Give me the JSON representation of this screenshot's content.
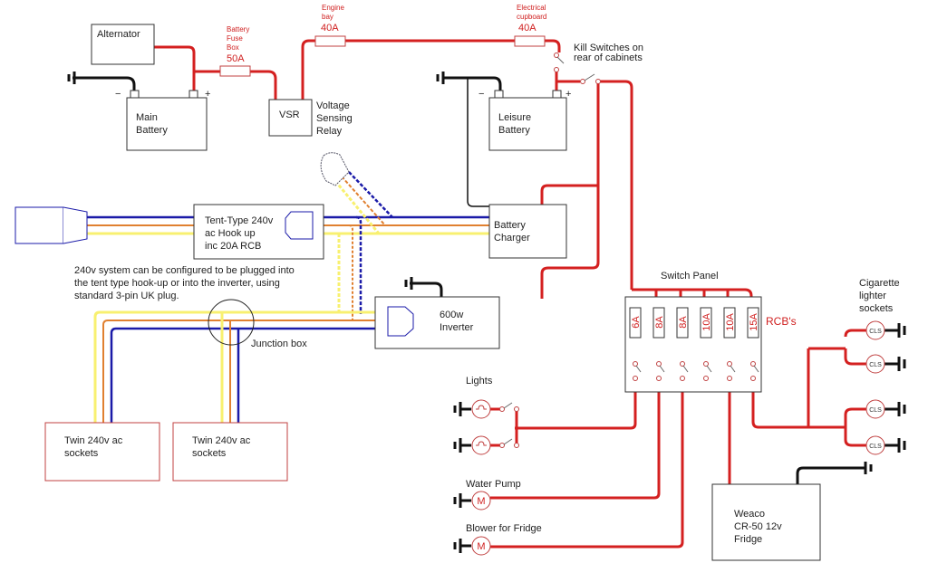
{
  "title": "Campervan 12v / 240v wiring diagram",
  "components": {
    "alternator": "Alternator",
    "main_battery": [
      "Main",
      "Battery"
    ],
    "vsr": "VSR",
    "vsr_desc": [
      "Voltage",
      "Sensing",
      "Relay"
    ],
    "leisure_battery": [
      "Leisure",
      "Battery"
    ],
    "battery_charger": [
      "Battery",
      "Charger"
    ],
    "tent_hookup": [
      "Tent-Type 240v",
      "ac Hook up",
      "inc 20A RCB"
    ],
    "inverter": [
      "600w",
      "Inverter"
    ],
    "junction_box": "Junction box",
    "twin_sockets_1": [
      "Twin 240v ac",
      "sockets"
    ],
    "twin_sockets_2": [
      "Twin 240v ac",
      "sockets"
    ],
    "fridge": [
      "Weaco",
      "CR-50 12v",
      "Fridge"
    ],
    "switch_panel": "Switch Panel",
    "rcbs": "RCB's",
    "cig_sockets": [
      "Cigarette",
      "lighter",
      "sockets"
    ],
    "cls": "CLS",
    "lights": "Lights",
    "water_pump": "Water Pump",
    "blower": "Blower for Fridge",
    "motor": "M"
  },
  "fuses": {
    "battery_fuse_box": {
      "label": [
        "Battery",
        "Fuse",
        "Box"
      ],
      "rating": "50A"
    },
    "engine_bay": {
      "label": [
        "Engine",
        "bay"
      ],
      "rating": "40A"
    },
    "electrical_cupboard": {
      "label": [
        "Electrical",
        "cupboard"
      ],
      "rating": "40A"
    }
  },
  "kill_switches": [
    "Kill Switches on",
    "rear of cabinets"
  ],
  "note": [
    "240v system can be configured to be plugged into",
    "the tent type hook-up or into the inverter, using",
    "standard 3-pin UK plug."
  ],
  "rcb_ratings": [
    "6A",
    "8A",
    "8A",
    "10A",
    "10A",
    "15A"
  ],
  "terminals": {
    "minus": "−",
    "plus": "+"
  }
}
